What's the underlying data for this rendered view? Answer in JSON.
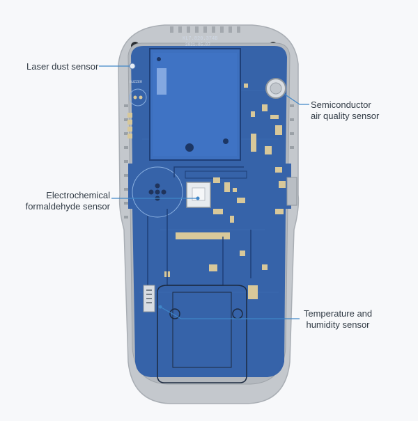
{
  "labels": {
    "laser_dust": "Laser dust sensor",
    "semiconductor_line1": "Semiconductor",
    "semiconductor_line2": "air quality sensor",
    "electrochemical_line1": "Electrochemical",
    "electrochemical_line2": "formaldehyde sensor",
    "temperature_line1": "Temperature and",
    "temperature_line2": "humidity sensor"
  },
  "board_text": {
    "module_model": "KL7.820.374B",
    "module_date": "2021.05.07",
    "buzzer": "BUZZER"
  },
  "colors": {
    "background": "#f7f8fa",
    "housing": "#c4c8cd",
    "pcb": "#2f5ea8",
    "callout_line": "#3f86c8",
    "label_text": "#303a44"
  }
}
